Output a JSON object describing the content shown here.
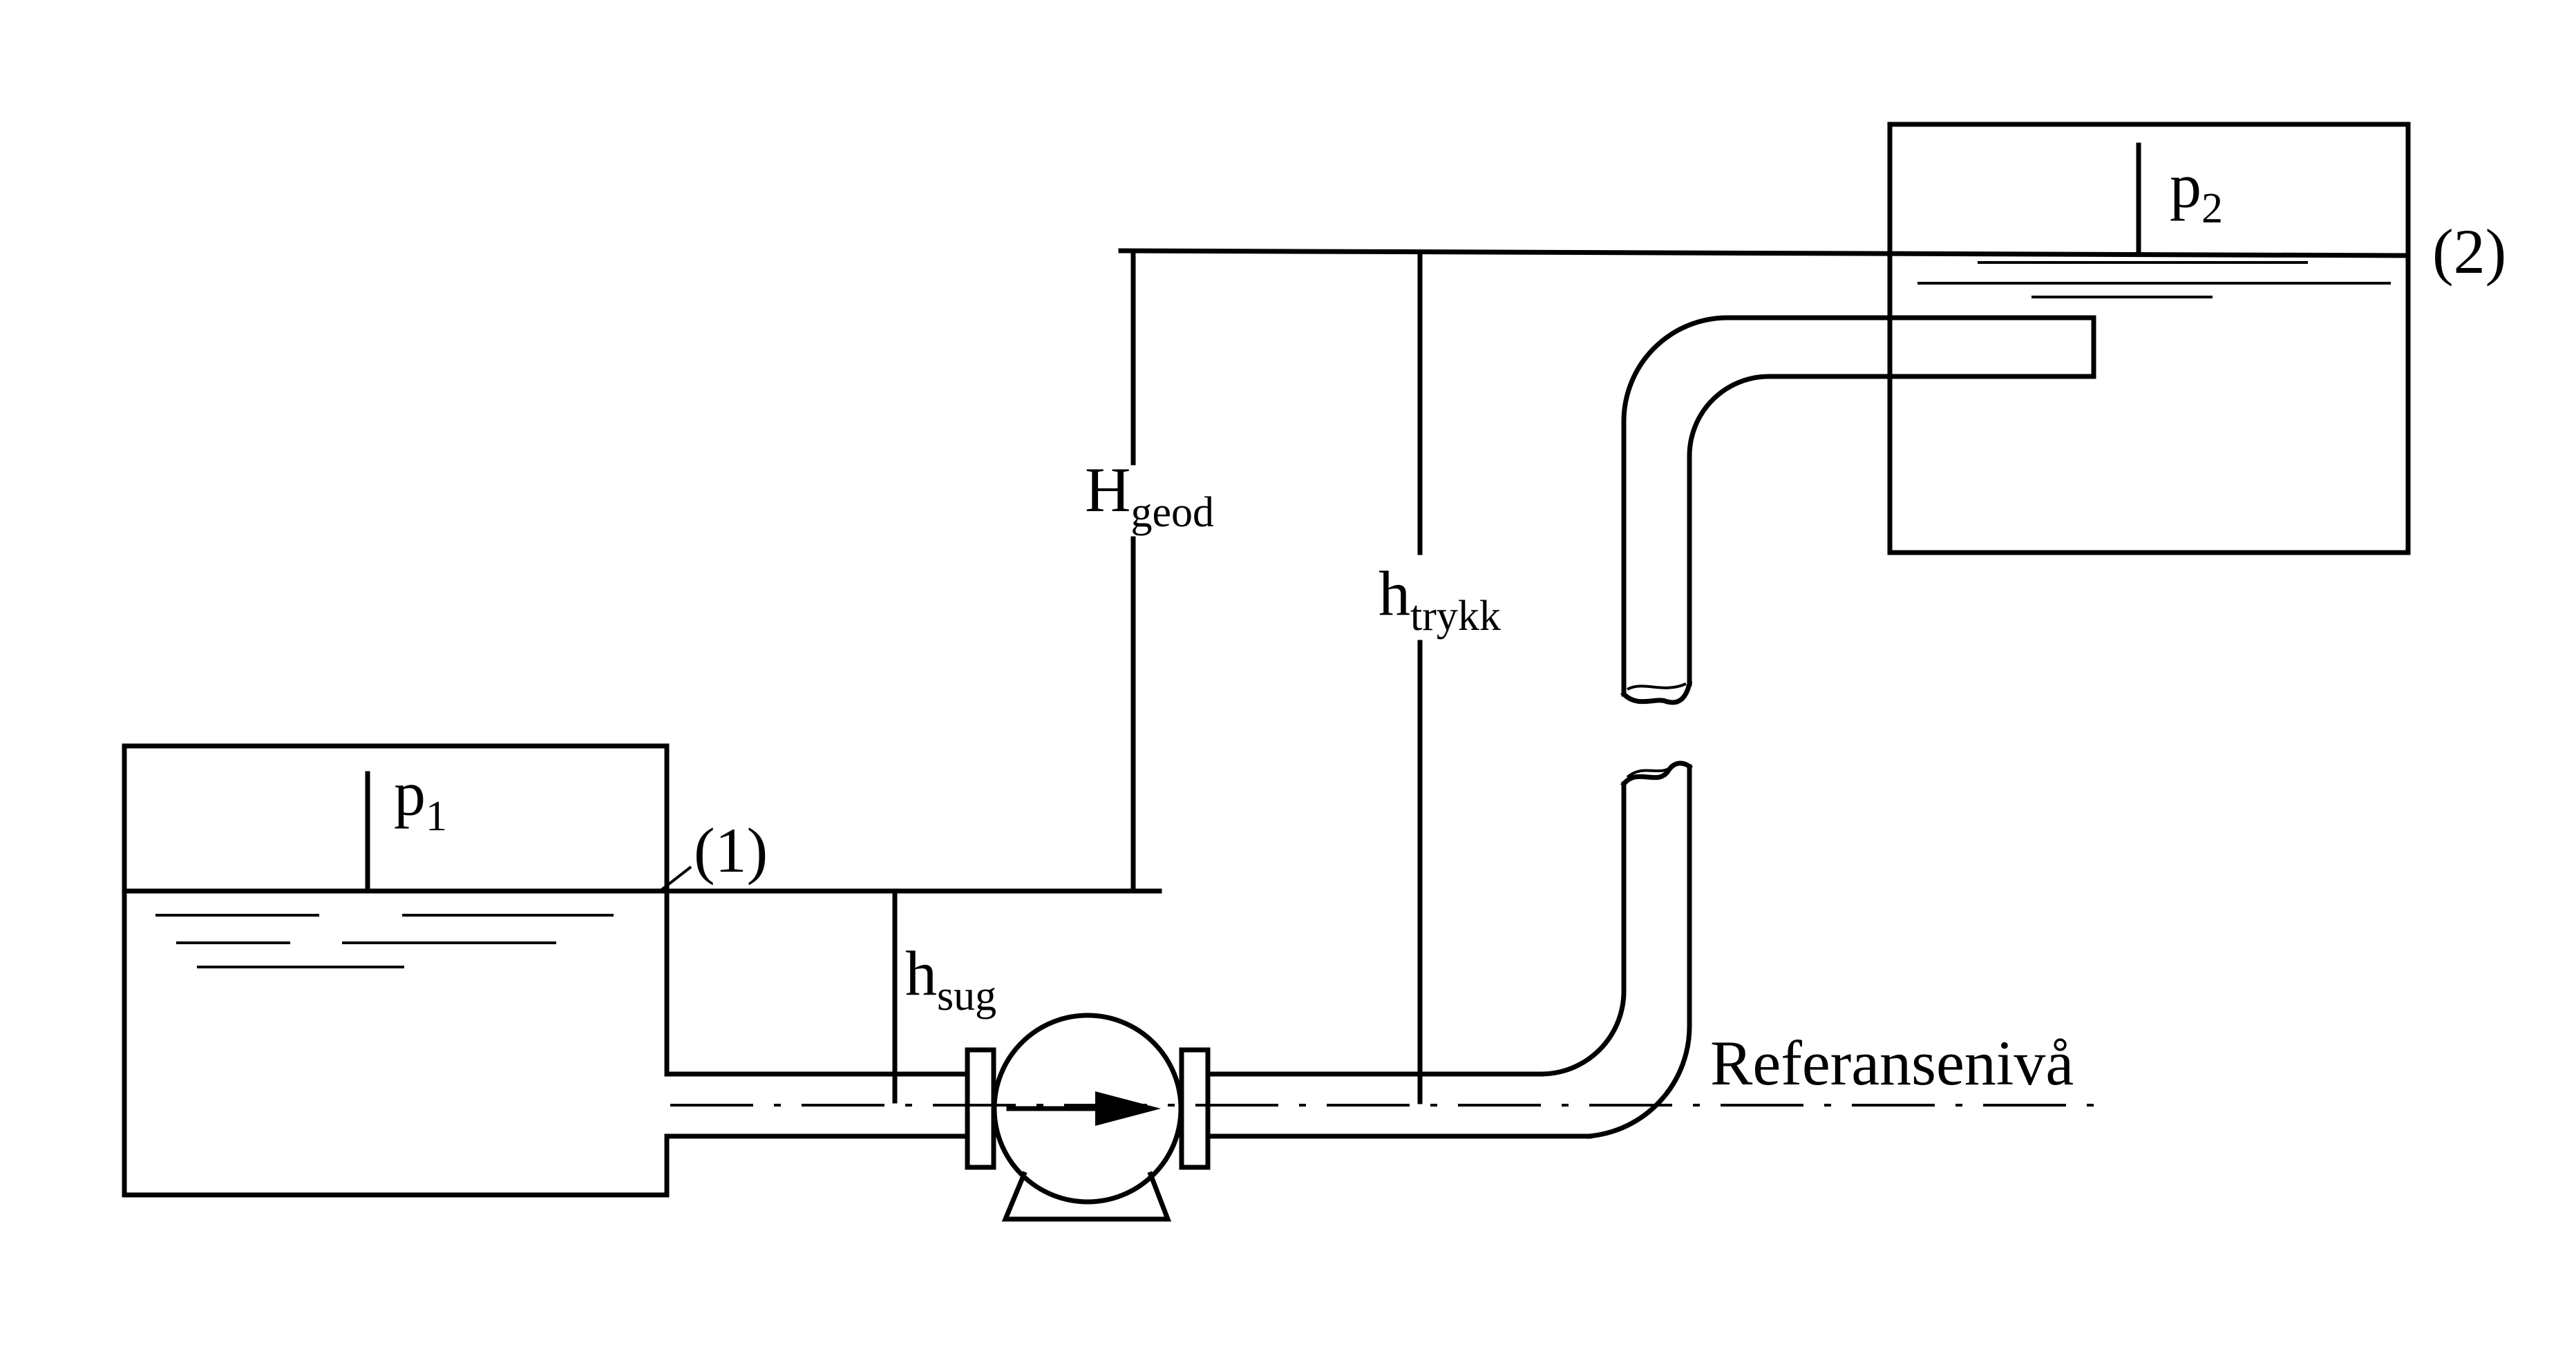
{
  "labels": {
    "p1": {
      "base": "p",
      "sub": "1"
    },
    "p2": {
      "base": "p",
      "sub": "2"
    },
    "point1": "(1)",
    "point2": "(2)",
    "h_geod": {
      "base": "H",
      "sub": "geod"
    },
    "h_trykk": {
      "base": "h",
      "sub": "trykk"
    },
    "h_sug": {
      "base": "h",
      "sub": "sug"
    },
    "reference": "Referansenivå"
  }
}
